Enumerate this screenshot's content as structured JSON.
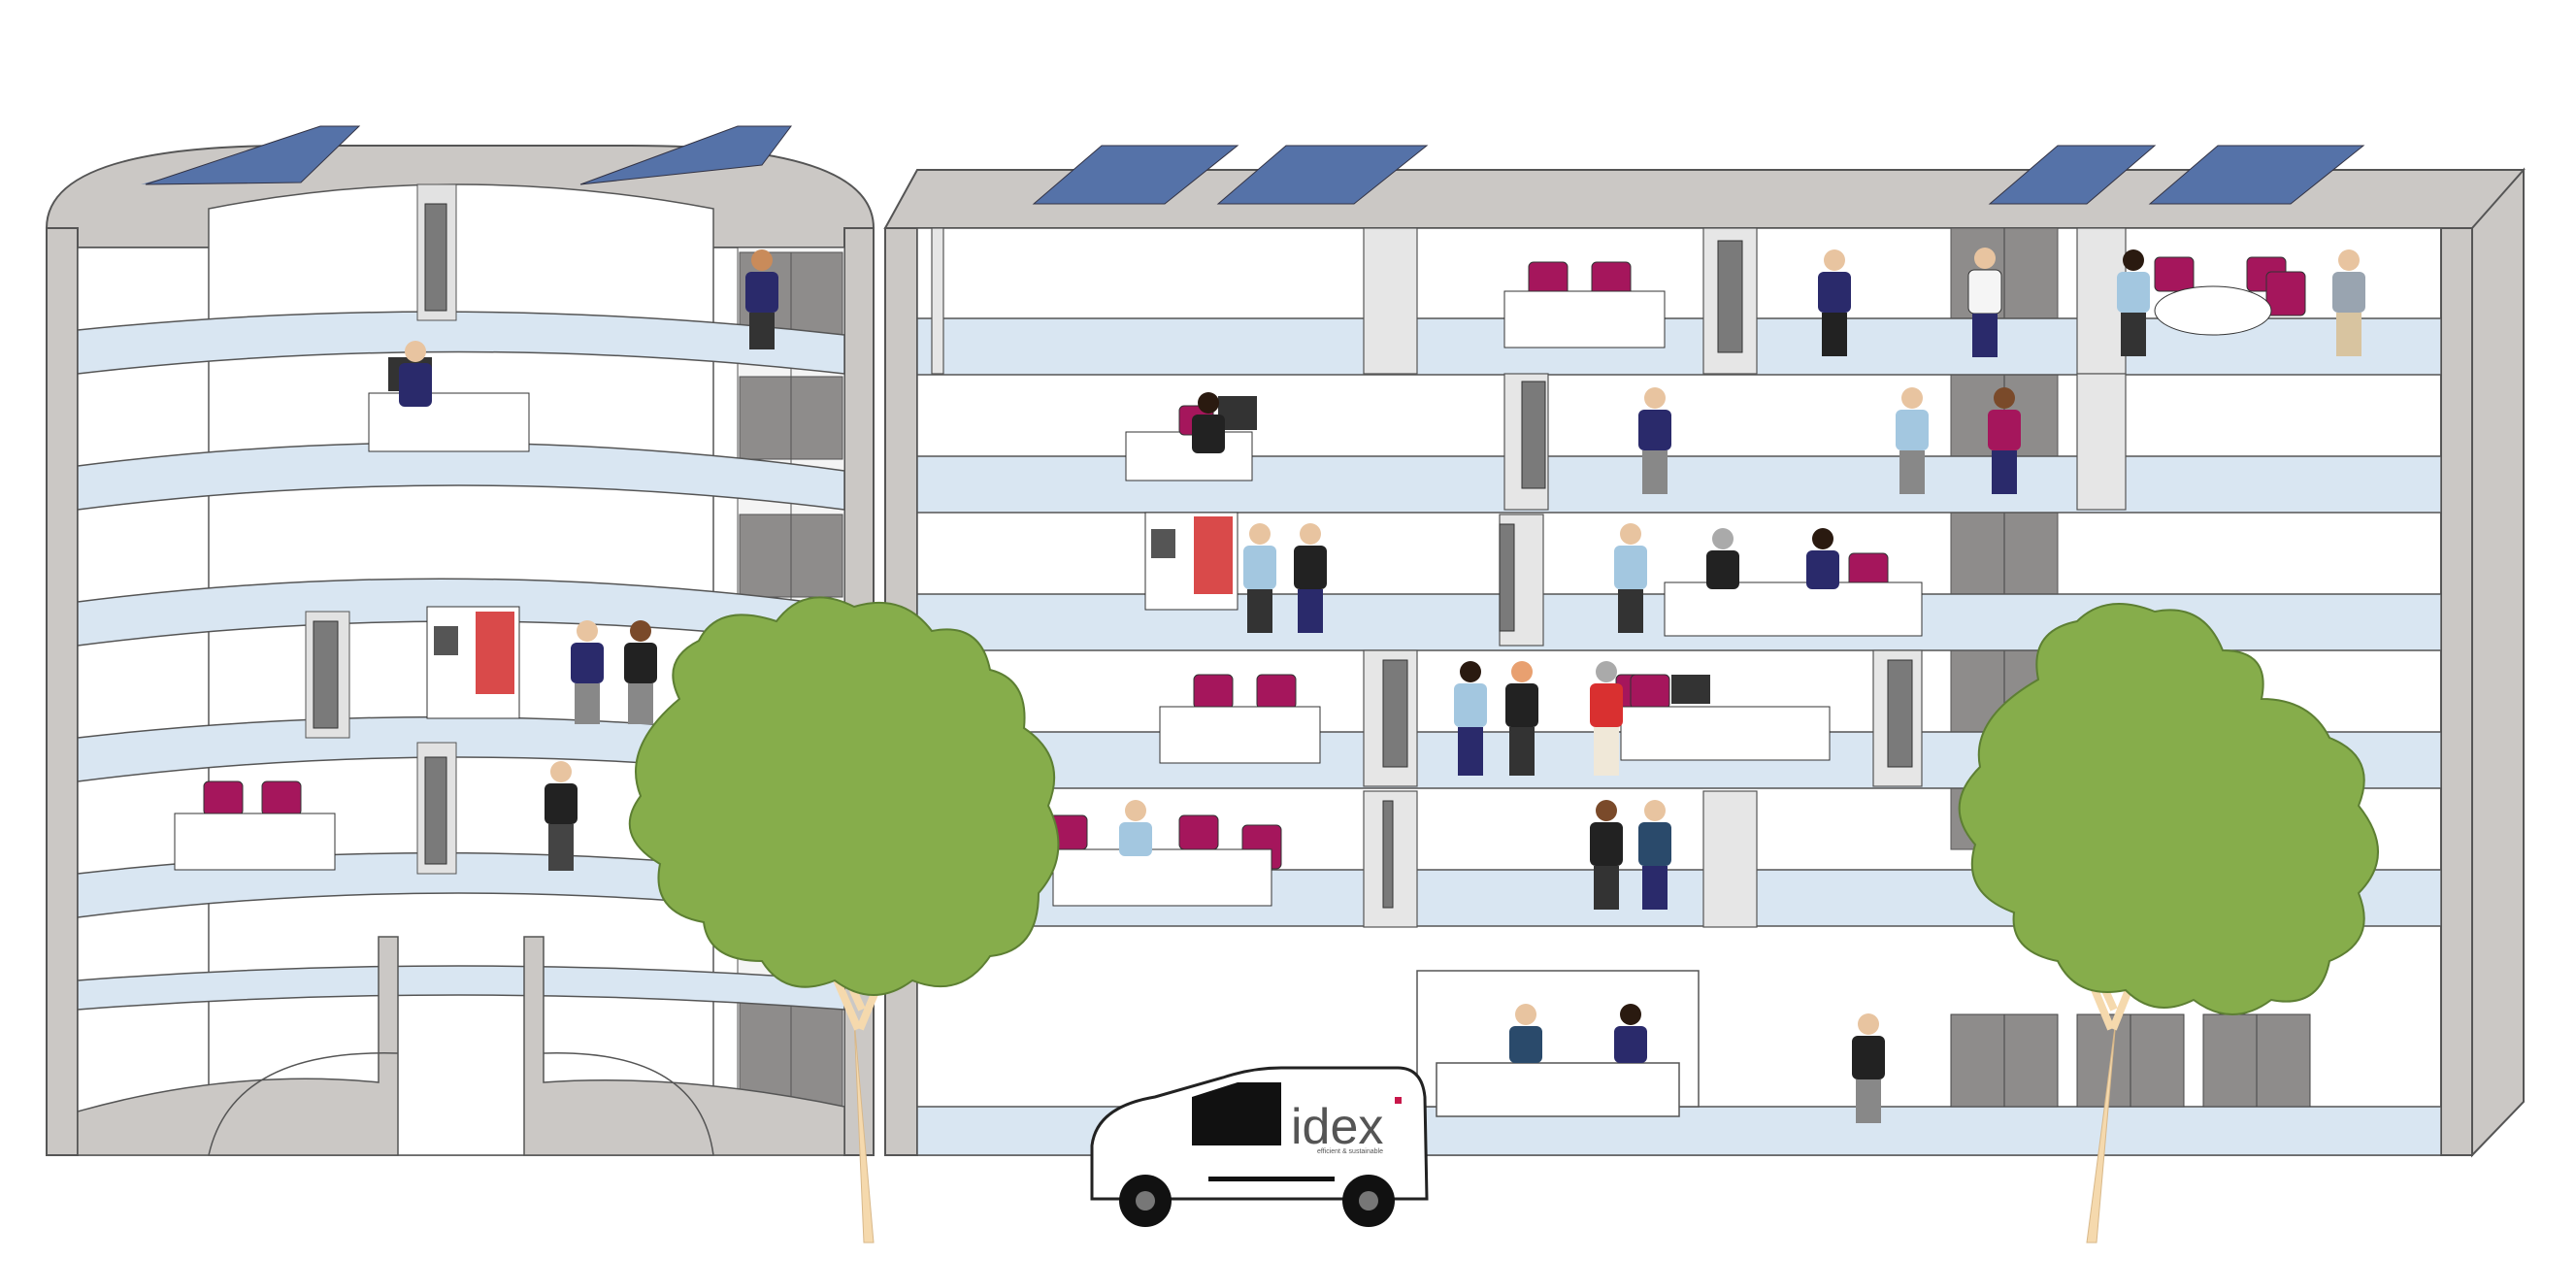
{
  "scene": {
    "type": "building-cross-section illustration",
    "van": {
      "brand": "idex",
      "tagline": "efficient & sustainable",
      "colors": {
        "body": "#ffffff",
        "window": "#111111",
        "logo_dot": "#c8174a",
        "logo_text": "#555555"
      }
    },
    "palette": {
      "wall": "#cbc8c5",
      "wall_dark": "#8e8c8b",
      "floor": "#d9e6f2",
      "solar_panel": "#5572a8",
      "chair": "#a5165c",
      "tree": "#86ad4b",
      "trunk": "#f5d9ad",
      "door": "#7a7a7a"
    }
  }
}
